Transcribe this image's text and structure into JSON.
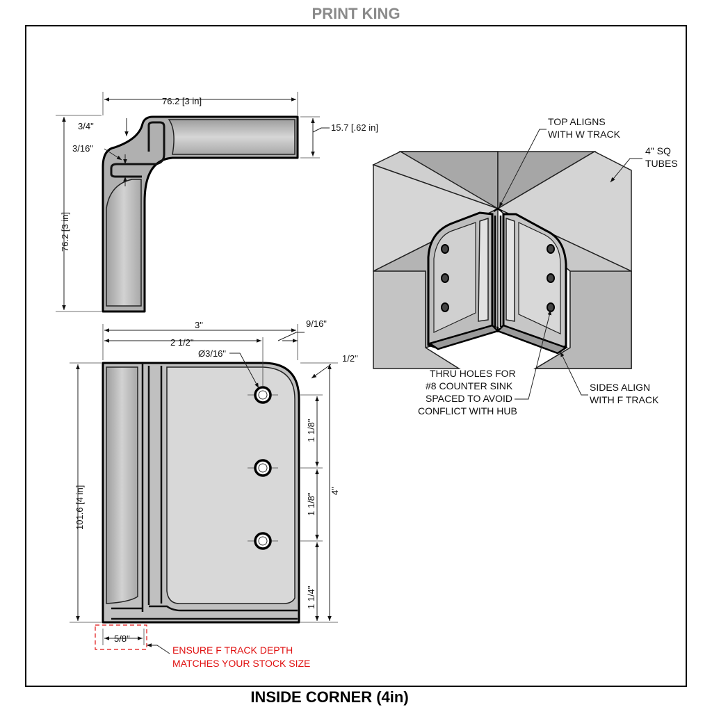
{
  "header": {
    "title": "PRINT KING"
  },
  "footer": {
    "title": "INSIDE CORNER (4in)"
  },
  "top_view": {
    "width_dim": "76.2 [3 in]",
    "height_dim": "76.2 [3 in]",
    "depth_dim": "15.7 [.62 in]",
    "fillet_dim": "3/4\"",
    "slot_dim": "3/16\""
  },
  "front_view": {
    "overall_width": "3\"",
    "hole_offset": "2 1/2\"",
    "hole_diameter": "Ø3/16\"",
    "edge_dim": "9/16\"",
    "corner_radius": "1/2\"",
    "height_dim_mm": "101.6 [4 in]",
    "height_dim_in": "4\"",
    "spacing_1": "1 1/8\"",
    "spacing_2": "1 1/8\"",
    "spacing_3": "1 1/4\"",
    "track_width": "5/8\""
  },
  "callouts": {
    "top_align": [
      "TOP ALIGNS",
      "WITH W TRACK"
    ],
    "tubes": [
      "4\" SQ",
      "TUBES"
    ],
    "thru_holes": [
      "THRU HOLES FOR",
      "#8 COUNTER SINK",
      "SPACED TO AVOID",
      "CONFLICT WITH HUB"
    ],
    "sides_align": [
      "SIDES ALIGN",
      "WITH F TRACK"
    ],
    "warning": [
      "ENSURE F TRACK DEPTH",
      "MATCHES YOUR STOCK SIZE"
    ]
  },
  "colors": {
    "part_fill": "#b4b4b4",
    "part_light": "#d9d9d9",
    "tube_light": "#d4d4d4",
    "tube_dark": "#a6a6a6",
    "warning": "#e01010",
    "header_gray": "#8a8a8a"
  }
}
